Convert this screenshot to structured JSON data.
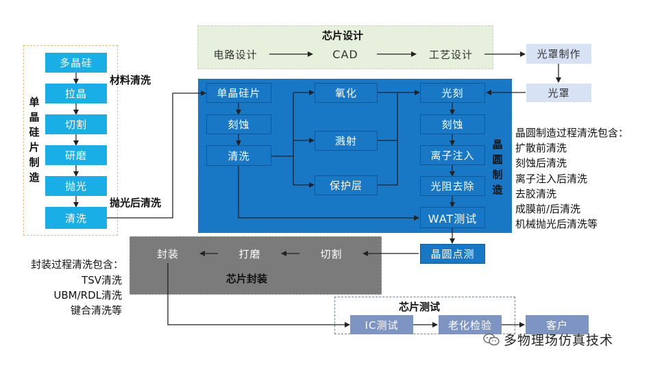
{
  "design": {
    "title": "芯片设计",
    "circuit": "电路设计",
    "cad": "CAD",
    "process": "工艺设计",
    "mask_making": "光罩制作",
    "mask": "光罩"
  },
  "silicon": {
    "title_chars": [
      "单",
      "晶",
      "硅",
      "片",
      "制",
      "造"
    ],
    "poly": "多晶硅",
    "pull": "拉晶",
    "cut": "切割",
    "grind": "研磨",
    "polish": "抛光",
    "clean": "清洗",
    "material_clean": "材料清洗",
    "after_polish_clean": "抛光后清洗"
  },
  "wafer": {
    "title_chars": [
      "晶",
      "圆",
      "制",
      "造"
    ],
    "single_wafer": "单晶硅片",
    "etch": "刻蚀",
    "clean": "清洗",
    "oxidation": "氧化",
    "sputter": "溅射",
    "protect": "保护层",
    "litho": "光刻",
    "etch2": "刻蚀",
    "implant": "离子注入",
    "strip": "光阻去除",
    "wat": "WAT测试",
    "probe": "晶圆点测"
  },
  "wafer_notes": {
    "title": "晶圆制造过程清洗包含：",
    "items": [
      "扩散前清洗",
      "刻蚀后清洗",
      "离子注入后清洗",
      "去胶清洗",
      "成膜前/后清洗",
      "机械抛光后清洗等"
    ]
  },
  "packaging": {
    "title": "芯片封装",
    "package": "封装",
    "grind": "打磨",
    "dice": "切割"
  },
  "package_notes": {
    "title": "封装过程清洗包含：",
    "items": [
      "TSV清洗",
      "UBM/RDL清洗",
      "键合清洗等"
    ]
  },
  "testing": {
    "title": "芯片测试",
    "ic_test": "IC测试",
    "aging": "老化检验",
    "customer": "客户"
  },
  "watermark": {
    "text": "多物理场仿真技术",
    "icon": "wechat-icon"
  }
}
